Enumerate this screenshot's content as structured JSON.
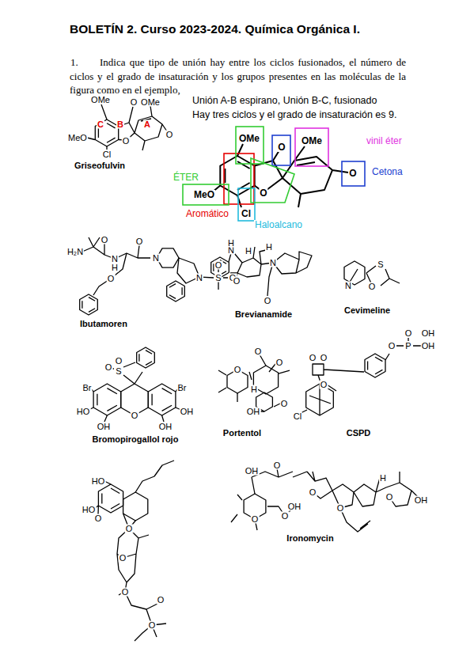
{
  "diagram": {
    "title": "BOLETÍN 2. Curso 2023-2024. Química Orgánica I.",
    "labels": [
      "1.",
      "Indica que tipo de unión hay entre los ciclos fusionados, el número de ciclos y el grado de insaturación y los grupos presentes en las moléculas de la figura como en el ejemplo,",
      "OMe",
      "O",
      "OMe",
      "C",
      "B",
      "A",
      "O",
      "O",
      "MeO",
      "Cl",
      "Griseofulvin",
      "Unión A-B espirano, Unión B-C, fusionado",
      "Hay tres ciclos y el grado de insaturación es 9.",
      "OMe",
      "O",
      "OMe",
      "vinil éter",
      "O",
      "Cetona",
      "ÉTER",
      "MeO",
      "O",
      "Aromático",
      "Cl",
      "Haloalcano",
      "H₂N",
      "N",
      "H",
      "O",
      "O",
      "N",
      "O",
      "N",
      "S",
      "O",
      "O",
      "Ibutamoren",
      "N",
      "H",
      "H",
      "H",
      "N",
      "O",
      "O",
      "Brevianamide",
      "N",
      "S",
      "O",
      "Cevimeline",
      "S",
      "O",
      "O",
      "Br",
      "Br",
      "HO",
      "OH",
      "OH",
      "O",
      "OH",
      "Bromopirogallol rojo",
      "O",
      "O",
      "O",
      "H",
      "O",
      "OH",
      "Portentol",
      "O",
      "O",
      "O",
      "O",
      "P",
      "OH",
      "O",
      "OH",
      "Cl",
      "CSPD",
      "HO",
      "HO",
      "O",
      "O",
      "O",
      "O",
      "O",
      "O",
      "OH",
      "O",
      "O",
      "O",
      "O",
      "H",
      "OH",
      "O",
      "OH",
      "O",
      "Ironomycin"
    ]
  }
}
